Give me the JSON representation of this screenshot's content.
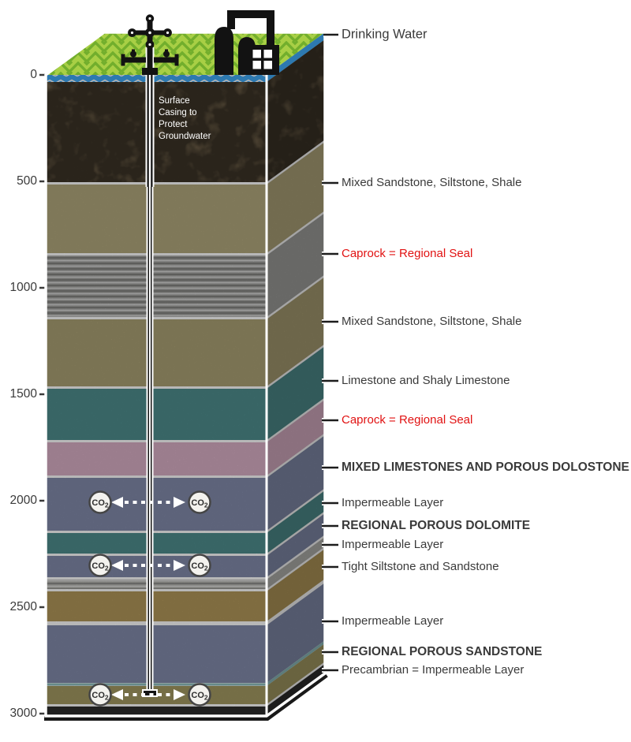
{
  "depth_scale": {
    "ticks": [
      "0",
      "500",
      "1000",
      "1500",
      "2000",
      "2500",
      "3000"
    ]
  },
  "surface": {
    "grass_light": "#a8cf45",
    "grass_dark": "#72ae2c"
  },
  "colors": {
    "water": "#3fa9f5",
    "label_dark": "#3a3a3a",
    "label_red": "#e11212",
    "outline_white": "#ffffff"
  },
  "layers": [
    {
      "name": "drinking-water-aquifer",
      "color": "#3fa9f5"
    },
    {
      "name": "glacial-till",
      "color": "#77674e"
    },
    {
      "name": "sandstone-upper",
      "color": "#b2a77c"
    },
    {
      "name": "shale-caprock",
      "color": "#a3a3a0"
    },
    {
      "name": "sandstone-lower",
      "color": "#aba074"
    },
    {
      "name": "limestone",
      "color": "#4f8d8d"
    },
    {
      "name": "pink-caprock",
      "color": "#d9afc5"
    },
    {
      "name": "porous-dolostone",
      "color": "#828baa"
    },
    {
      "name": "impermeable-teal",
      "color": "#4f8d8d"
    },
    {
      "name": "porous-dolomite",
      "color": "#828baa"
    },
    {
      "name": "tight-siltstone-band",
      "color": "#b4b4af"
    },
    {
      "name": "gold-sandstone",
      "color": "#b1975a"
    },
    {
      "name": "impermeable-slate",
      "color": "#828baa"
    },
    {
      "name": "porous-sandstone",
      "color": "#a49a62"
    },
    {
      "name": "precambrian",
      "color": "#2d2d2d"
    }
  ],
  "well": {
    "note_lines": [
      "Surface",
      "Casing to",
      "Protect",
      "Groundwater"
    ]
  },
  "co2": {
    "co": "CO",
    "sub": "2"
  },
  "right_labels": [
    {
      "text": "Drinking Water",
      "color": "#3a3a3a"
    },
    {
      "text": "Mixed Sandstone, Siltstone, Shale",
      "color": "#3a3a3a"
    },
    {
      "text": "Caprock = Regional Seal",
      "color": "#e11212"
    },
    {
      "text": "Mixed Sandstone, Siltstone, Shale",
      "color": "#3a3a3a"
    },
    {
      "text": "Limestone and Shaly Limestone",
      "color": "#3a3a3a"
    },
    {
      "text": "Caprock = Regional Seal",
      "color": "#e11212"
    },
    {
      "text": "MIXED LIMESTONES AND POROUS DOLOSTONE",
      "color": "#3a3a3a"
    },
    {
      "text": "Impermeable Layer",
      "color": "#3a3a3a"
    },
    {
      "text": "REGIONAL POROUS DOLOMITE",
      "color": "#3a3a3a"
    },
    {
      "text": "Impermeable Layer",
      "color": "#3a3a3a"
    },
    {
      "text": "Tight Siltstone and Sandstone",
      "color": "#3a3a3a"
    },
    {
      "text": "Impermeable Layer",
      "color": "#3a3a3a"
    },
    {
      "text": "REGIONAL POROUS SANDSTONE",
      "color": "#3a3a3a"
    },
    {
      "text": "Precambrian = Impermeable Layer",
      "color": "#3a3a3a"
    }
  ]
}
